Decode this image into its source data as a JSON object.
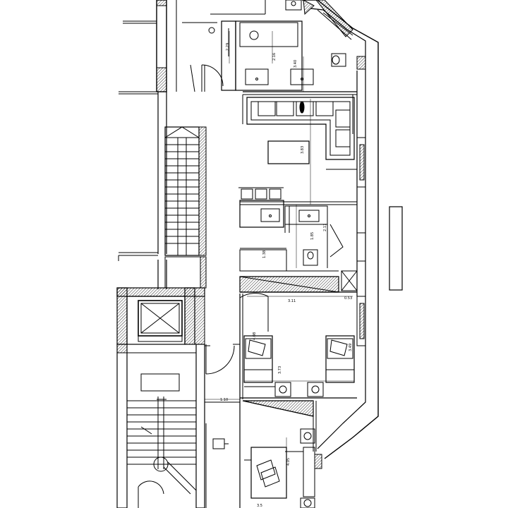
{
  "dimensions": {
    "d1": "2.29",
    "d2": "2.16",
    "d3": "3.40",
    "d4": "3.83",
    "d5": "2.11",
    "d6": "1.85",
    "d7": "1.38",
    "d8": "3.11",
    "d9": "0.53",
    "d10": "4.08",
    "d11": "3.49",
    "d12": "3.73",
    "d13": "1.10",
    "d14": "4.05",
    "d15": "3.5"
  }
}
